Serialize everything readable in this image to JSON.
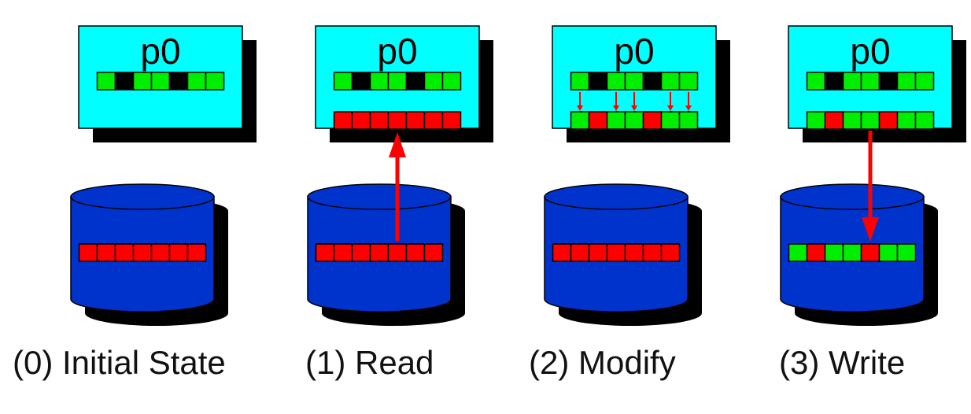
{
  "process_label": "p0",
  "stages": [
    {
      "caption": "(0) Initial State",
      "mask": [
        "green",
        "black",
        "green",
        "green",
        "black",
        "green",
        "green"
      ],
      "buffer": null,
      "storage": [
        "red",
        "red",
        "red",
        "red",
        "red",
        "red",
        "red"
      ],
      "mask_arrows": false,
      "arrow": "none"
    },
    {
      "caption": "(1) Read",
      "mask": [
        "green",
        "black",
        "green",
        "green",
        "black",
        "green",
        "green"
      ],
      "buffer": [
        "red",
        "red",
        "red",
        "red",
        "red",
        "red",
        "red"
      ],
      "storage": [
        "red",
        "red",
        "red",
        "red",
        "red",
        "red",
        "red"
      ],
      "mask_arrows": false,
      "arrow": "up"
    },
    {
      "caption": "(2) Modify",
      "mask": [
        "green",
        "black",
        "green",
        "green",
        "black",
        "green",
        "green"
      ],
      "buffer": [
        "green",
        "red",
        "green",
        "green",
        "red",
        "green",
        "green"
      ],
      "storage": [
        "red",
        "red",
        "red",
        "red",
        "red",
        "red",
        "red"
      ],
      "mask_arrows": true,
      "arrow": "none"
    },
    {
      "caption": "(3) Write",
      "mask": [
        "green",
        "black",
        "green",
        "green",
        "black",
        "green",
        "green"
      ],
      "buffer": [
        "green",
        "red",
        "green",
        "green",
        "red",
        "green",
        "green"
      ],
      "storage": [
        "green",
        "red",
        "green",
        "green",
        "red",
        "green",
        "green"
      ],
      "mask_arrows": false,
      "arrow": "down"
    }
  ],
  "colors": {
    "box_fill": "#00ffff",
    "shadow": "#000000",
    "disk_fill": "#0033cc",
    "cell_green": "#00ee00",
    "cell_red": "#ff0000",
    "cell_black": "#000000",
    "arrow": "#ff0000",
    "outline": "#000000"
  }
}
